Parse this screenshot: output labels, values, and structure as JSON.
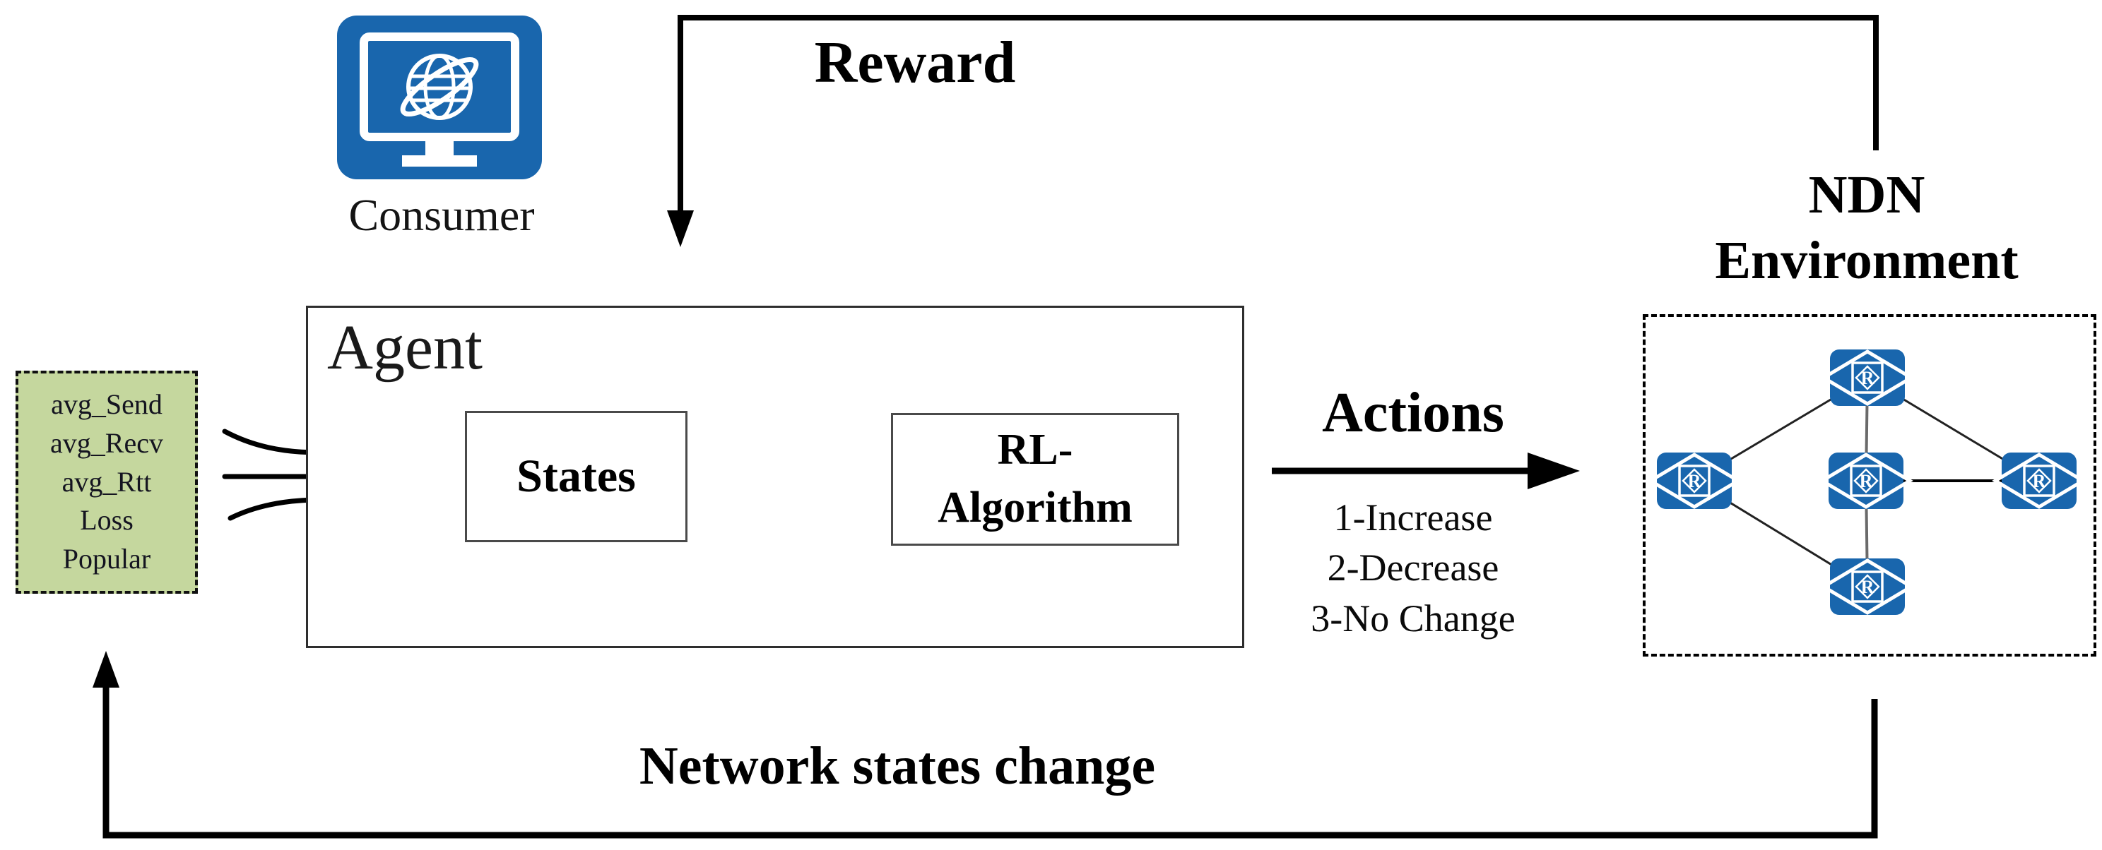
{
  "colors": {
    "accent_blue": "#1966ad",
    "inputs_green": "#c5d79e",
    "line_black": "#000000",
    "link_gray": "#6a6a6a"
  },
  "consumer": {
    "label": "Consumer"
  },
  "feedback": {
    "reward_label": "Reward",
    "network_change_label": "Network states change"
  },
  "agent": {
    "title": "Agent",
    "states_label": "States",
    "rl_line1": "RL-",
    "rl_line2": "Algorithm"
  },
  "inputs": {
    "items": [
      "avg_Send",
      "avg_Recv",
      "avg_Rtt",
      "Loss",
      "Popular"
    ]
  },
  "actions": {
    "title": "Actions",
    "items": [
      "1-Increase",
      "2-Decrease",
      "3-No Change"
    ]
  },
  "environment": {
    "title_line1": "NDN",
    "title_line2": "Environment",
    "router_glyph": "R",
    "router_count": 5
  }
}
